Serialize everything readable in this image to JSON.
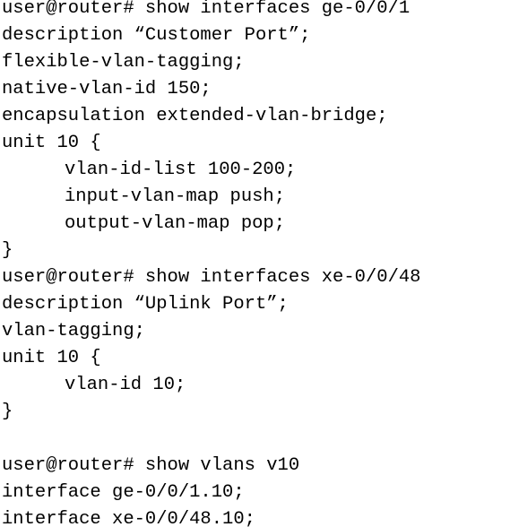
{
  "terminal": {
    "lines": [
      "user@router# show interfaces ge-0/0/1",
      "description “Customer Port”;",
      "flexible-vlan-tagging;",
      "native-vlan-id 150;",
      "encapsulation extended-vlan-bridge;",
      "unit 10 {",
      "vlan-id-list 100-200;",
      "input-vlan-map push;",
      "output-vlan-map pop;",
      "}",
      "user@router# show interfaces xe-0/0/48",
      "description “Uplink Port”;",
      "vlan-tagging;",
      "unit 10 {",
      "vlan-id 10;",
      "}",
      "user@router# show vlans v10",
      "interface ge-0/0/1.10;",
      "interface xe-0/0/48.10;"
    ]
  }
}
